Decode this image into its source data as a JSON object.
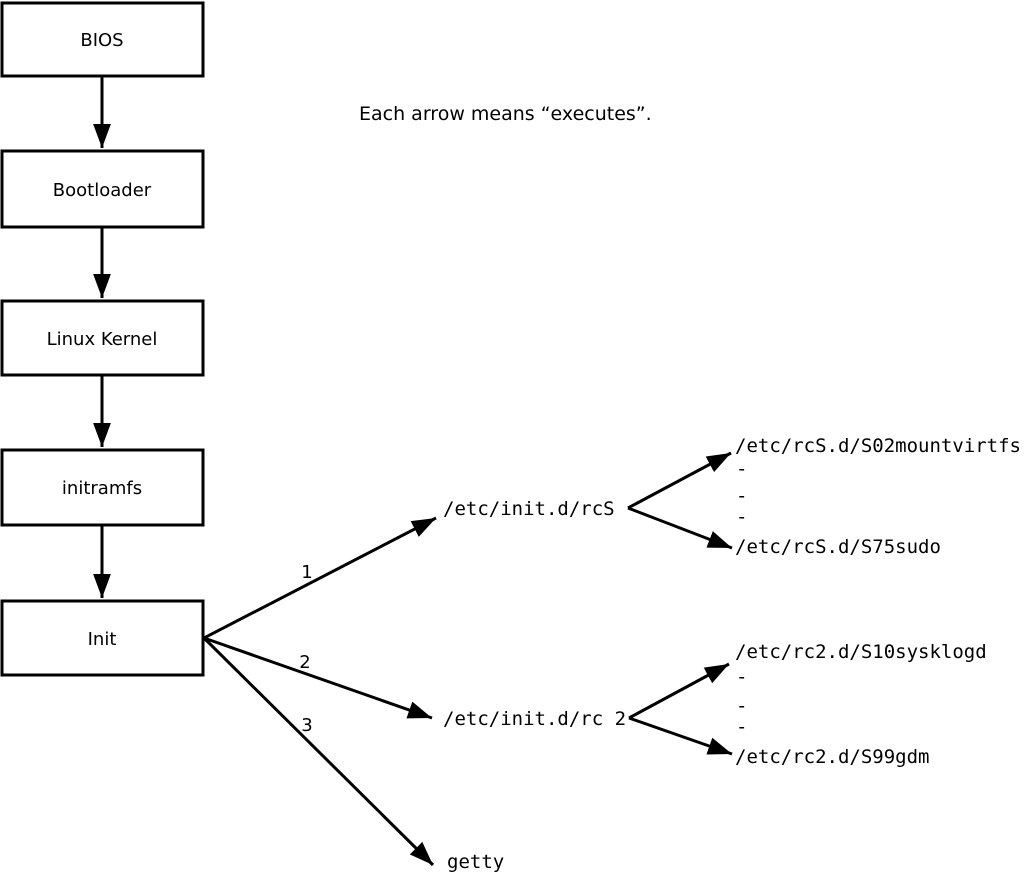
{
  "note": "Each arrow means “executes”.",
  "colors": {
    "foreground": "#000000",
    "background": "#ffffff"
  },
  "boot_chain": [
    {
      "label": "BIOS"
    },
    {
      "label": "Bootloader"
    },
    {
      "label": "Linux Kernel"
    },
    {
      "label": "initramfs"
    },
    {
      "label": "Init"
    }
  ],
  "init_branches": [
    {
      "order_label": "1",
      "target": "/etc/init.d/rcS",
      "children": {
        "first": "/etc/rcS.d/S02mountvirtfs",
        "dash1": "-",
        "dash2": "-",
        "dash3": "-",
        "last": "/etc/rcS.d/S75sudo"
      }
    },
    {
      "order_label": "2",
      "target": "/etc/init.d/rc 2",
      "children": {
        "first": "/etc/rc2.d/S10sysklogd",
        "dash1": "-",
        "dash2": "-",
        "dash3": "-",
        "last": "/etc/rc2.d/S99gdm"
      }
    },
    {
      "order_label": "3",
      "target": "getty"
    }
  ]
}
